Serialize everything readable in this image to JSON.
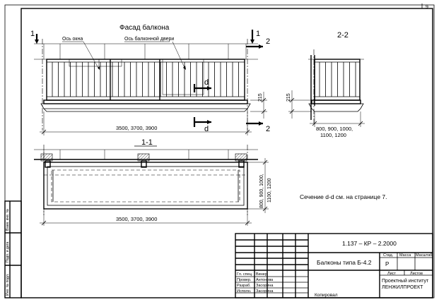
{
  "sheet_number": "9",
  "facade": {
    "title": "Фасад балкона",
    "window_axis_label": "Ось окна",
    "door_axis_label": "Ось балконной двери",
    "cut_1_label": "1",
    "cut_2_label": "2",
    "cut_d_label": "d",
    "height_dim": "215",
    "width_dim": "3500, 3700, 3900"
  },
  "section_22": {
    "title": "2-2",
    "height_dim": "215",
    "depth_dim_line1": "800, 900, 1000,",
    "depth_dim_line2": "1100, 1200"
  },
  "plan_11": {
    "title": "1-1",
    "depth_dim_line1": "800, 900, 1000,",
    "depth_dim_line2": "1100, 1200",
    "width_dim": "3500, 3700, 3900"
  },
  "note": "Сечение d-d см. на странице 7.",
  "side_stamp": {
    "col1": "Инв. № подл.",
    "col2": "Подп. и дата",
    "col3": "Взам. инв. №"
  },
  "title_block": {
    "code": "1.137 – КР – 2.2000",
    "name": "Балконы типа Б-4.2",
    "stage_label": "Стад.",
    "mass_label": "Масса",
    "scale_label": "Масштаб",
    "stage_value": "Р",
    "sheet_label": "Лист",
    "sheets_label": "Листов",
    "org_line1": "Проектный институт",
    "org_line2": "ЛЕНЖИЛПРОЕКТ",
    "roles": [
      {
        "role": "Гл. спец.",
        "name": "Винер"
      },
      {
        "role": "Провер.",
        "name": "Антонова"
      },
      {
        "role": "Разраб.",
        "name": "Засорина"
      },
      {
        "role": "Исполн.",
        "name": "Засорина"
      }
    ]
  },
  "copied_label": "Копировал"
}
